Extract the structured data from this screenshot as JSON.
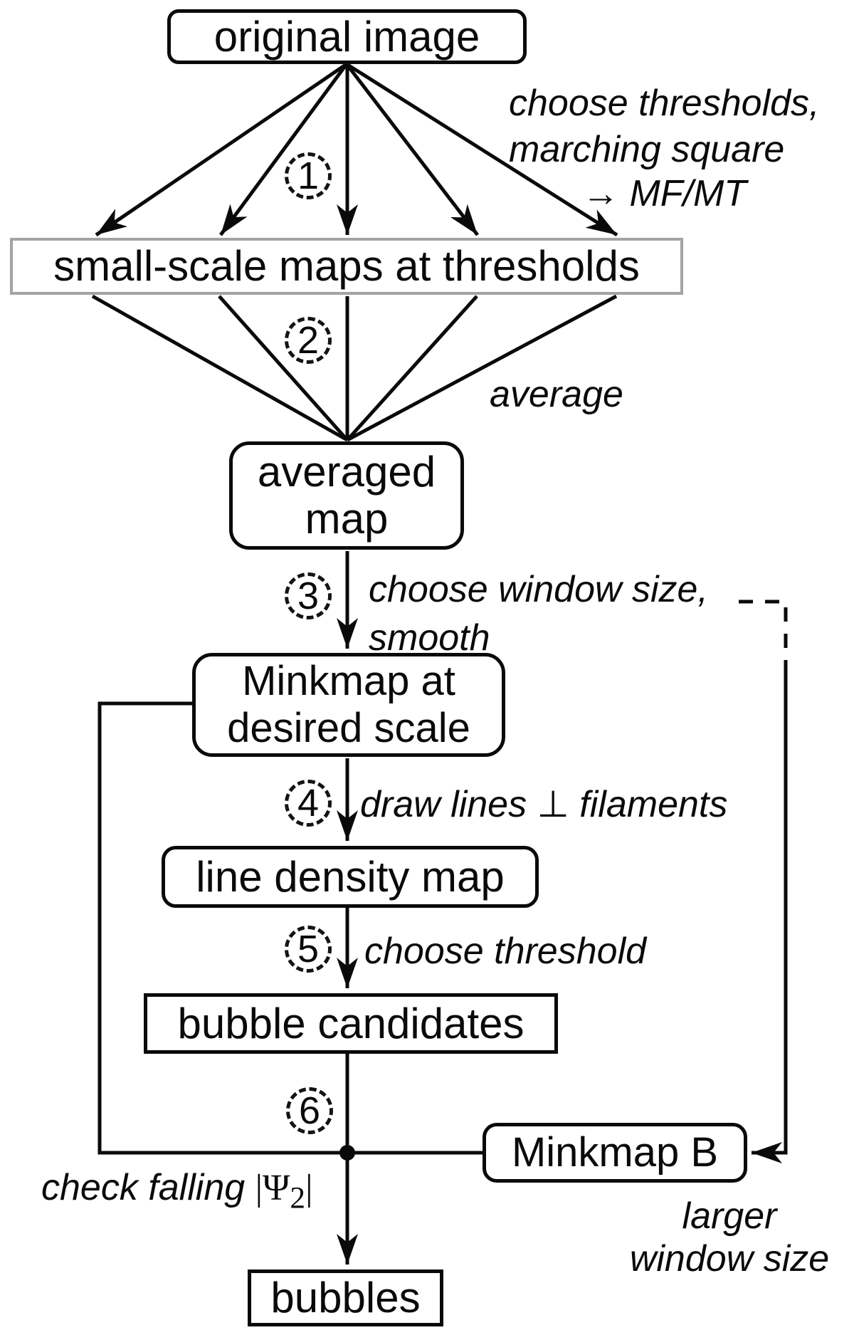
{
  "figure": {
    "description": "bubble identification pipeline flowchart",
    "colors": {
      "line": "#0a0a0a",
      "muted_box_border": "#a3a3a3",
      "background": "#ffffff"
    }
  },
  "nodes": {
    "original_image": {
      "label": "original image"
    },
    "small_scale_maps": {
      "label": "small-scale maps at thresholds"
    },
    "averaged_map": {
      "line1": "averaged",
      "line2": "map"
    },
    "minkmap_desired": {
      "line1": "Minkmap at",
      "line2": "desired scale"
    },
    "line_density_map": {
      "label": "line density map"
    },
    "bubble_candidates": {
      "label": "bubble candidates"
    },
    "minkmap_b": {
      "label": "Minkmap B"
    },
    "bubbles": {
      "label": "bubbles"
    }
  },
  "steps": [
    "1",
    "2",
    "3",
    "4",
    "5",
    "6"
  ],
  "edge_labels": {
    "step1_line1": "choose thresholds,",
    "step1_line2": "marching square",
    "step1_line3": "→ MF/MT",
    "step2": "average",
    "step3_line1": "choose window size,",
    "step3_line2": "smooth",
    "step4": "draw lines ⊥ filaments",
    "step5": "choose threshold",
    "step6_pre": "check falling ",
    "step6_psi": "|Ψ",
    "step6_sub": "2",
    "step6_post": "|",
    "loop_line1": "larger",
    "loop_line2": "window size"
  }
}
